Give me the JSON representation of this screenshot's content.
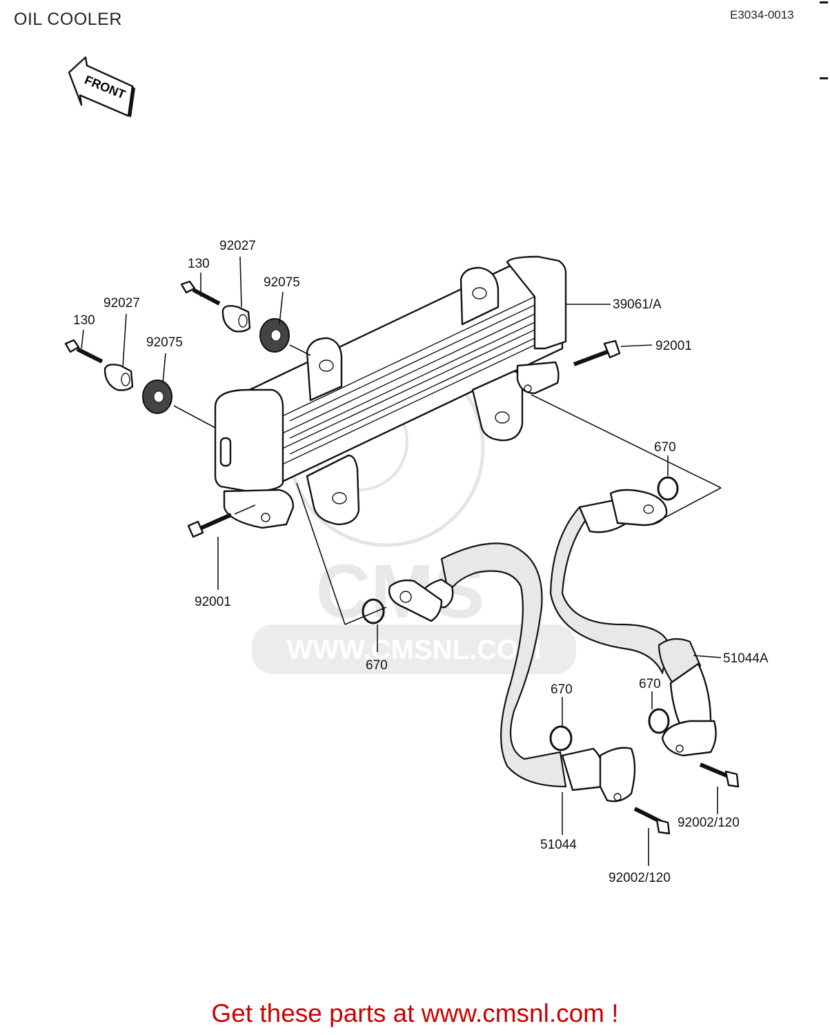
{
  "header": {
    "title": "OIL COOLER",
    "diagram_code": "E3034-0013"
  },
  "front_arrow": {
    "label": "FRONT"
  },
  "watermark": {
    "text": "WWW.CMSNL.COM",
    "logo_text": "CMS"
  },
  "parts": [
    {
      "id": "lbl-92027-top",
      "label": "92027"
    },
    {
      "id": "lbl-130-top",
      "label": "130"
    },
    {
      "id": "lbl-92075-top",
      "label": "92075"
    },
    {
      "id": "lbl-92027-left",
      "label": "92027"
    },
    {
      "id": "lbl-130-left",
      "label": "130"
    },
    {
      "id": "lbl-92075-left",
      "label": "92075"
    },
    {
      "id": "lbl-39061A",
      "label": "39061/A"
    },
    {
      "id": "lbl-92001-right",
      "label": "92001"
    },
    {
      "id": "lbl-670-right",
      "label": "670"
    },
    {
      "id": "lbl-92001-bottom",
      "label": "92001"
    },
    {
      "id": "lbl-670-left",
      "label": "670"
    },
    {
      "id": "lbl-51044A",
      "label": "51044A"
    },
    {
      "id": "lbl-670-mid",
      "label": "670"
    },
    {
      "id": "lbl-670-lower",
      "label": "670"
    },
    {
      "id": "lbl-92002-right",
      "label": "92002/120"
    },
    {
      "id": "lbl-51044",
      "label": "51044"
    },
    {
      "id": "lbl-92002-bottom",
      "label": "92002/120"
    }
  ],
  "footer": {
    "text": "Get these parts at www.cmsnl.com !"
  }
}
